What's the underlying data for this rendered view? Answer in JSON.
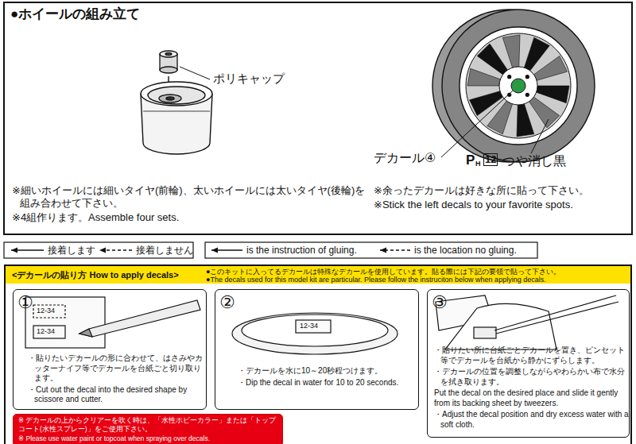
{
  "diagram": {
    "nodes": [
      {
        "text": [
          "●ホイールの組み立て"
        ]
      },
      {
        "text": [
          "<デカールの貼り方 How to apply decals>",
          "●このキットに入ってるデカールは特殊なデカールを使用しています。貼る際には下記の要領で貼って下さい。",
          "●The decals used for this model kit are particular. Please follow the instruciton below when applying decals."
        ]
      },
      {
        "text": [
          "①",
          "・貼りたいデカールの形に合わせて、はさみやカッターナイフ等でデカールを台紙ごと切り取ります。",
          "・Cut out the decal into the desired shape by scissore and cutter."
        ],
        "in": 1
      },
      {
        "text": [
          "②",
          "・デカールを水に10～20秒程つけます。",
          "・Dip the decal in water for 10 to 20 seconds."
        ],
        "in": 1
      },
      {
        "text": [
          "③",
          "・貼りたい所に台紙ごとデカールを置き、ピンセット等でデカールを台紙から静かにずらします。",
          "・デカールの位置を調整しながらやわらかい布で水分を拭き取ります。",
          "Put the decal on the desired place and slide it gently from its backing sheet by tweezers.",
          "・Adjust the decal position and dry excess water with a soft cloth."
        ],
        "in": 1
      },
      {
        "text": [
          "※ デカールの上からクリアーを吹く時は、「水性ホビーカラー」または「トップコート(水性スプレー)」をご使用下さい。",
          "※ Please use water paint or topcoat when spraying over decals."
        ],
        "in": 1
      }
    ],
    "labels": [
      "ポリキャップ",
      "デカール④",
      "P",
      "H",
      "12",
      "つや消し黒",
      "※細いホイールには細いタイヤ(前輪)、太いホイールには太いタイヤ(後輪)を組み合わせて下さい。",
      "※4組作ります。Assemble four sets.",
      "※余ったデカールは好きな所に貼って下さい。",
      "※Stick the left decals to your favorite spots.",
      "12-34",
      "12-34",
      "12-34"
    ],
    "legend": [
      {
        "text": "接着します"
      },
      {
        "text": "接着しません"
      },
      {
        "text": "is the instruction of gluing."
      },
      {
        "text": "is the location no gluing."
      }
    ]
  }
}
